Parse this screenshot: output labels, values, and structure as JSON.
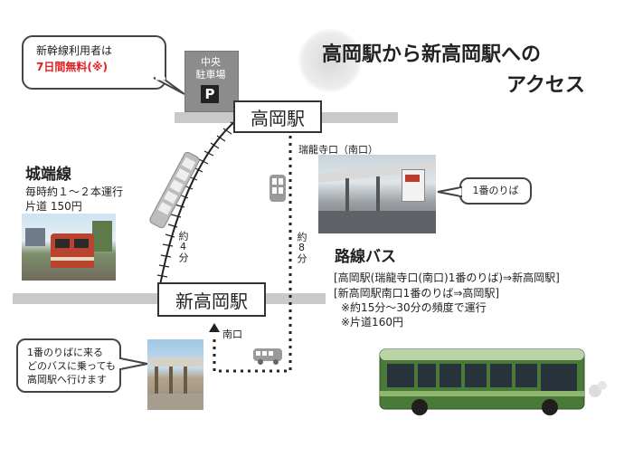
{
  "header": {
    "title_line1": "高岡駅から新高岡駅への",
    "title_line2": "アクセス"
  },
  "notice": {
    "line1": "新幹線利用者は",
    "line2": "7日間無料(※)",
    "highlight_color": "#e02020"
  },
  "parking": {
    "name_line1": "中央",
    "name_line2": "駐車場",
    "symbol": "P"
  },
  "stations": {
    "takaoka": "高岡駅",
    "shin_takaoka": "新高岡駅"
  },
  "exits": {
    "zuiryuji": "瑞龍寺口（南口）",
    "south": "南口"
  },
  "johana_line": {
    "title": "城端線",
    "frequency": "毎時約１～２本運行",
    "fare": "片道 150円",
    "time": "約4分"
  },
  "bus_route": {
    "title": "路線バス",
    "route1": "[高岡駅(瑞龍寺口(南口)1番のりば)⇒新高岡駅]",
    "route2": "[新高岡駅南口1番のりば⇒高岡駅]",
    "note1": "※約15分～30分の頻度で運行",
    "note2": "※片道160円",
    "time": "約8分"
  },
  "stop_callout": "1番のりば",
  "info_callout": {
    "line1": "1番のりばに来る",
    "line2": "どのバスに乗っても",
    "line3": "高岡駅へ行けます"
  },
  "colors": {
    "road": "#c9c9c9",
    "bus_green": "#3f6b33",
    "train_red": "#b8432f"
  }
}
